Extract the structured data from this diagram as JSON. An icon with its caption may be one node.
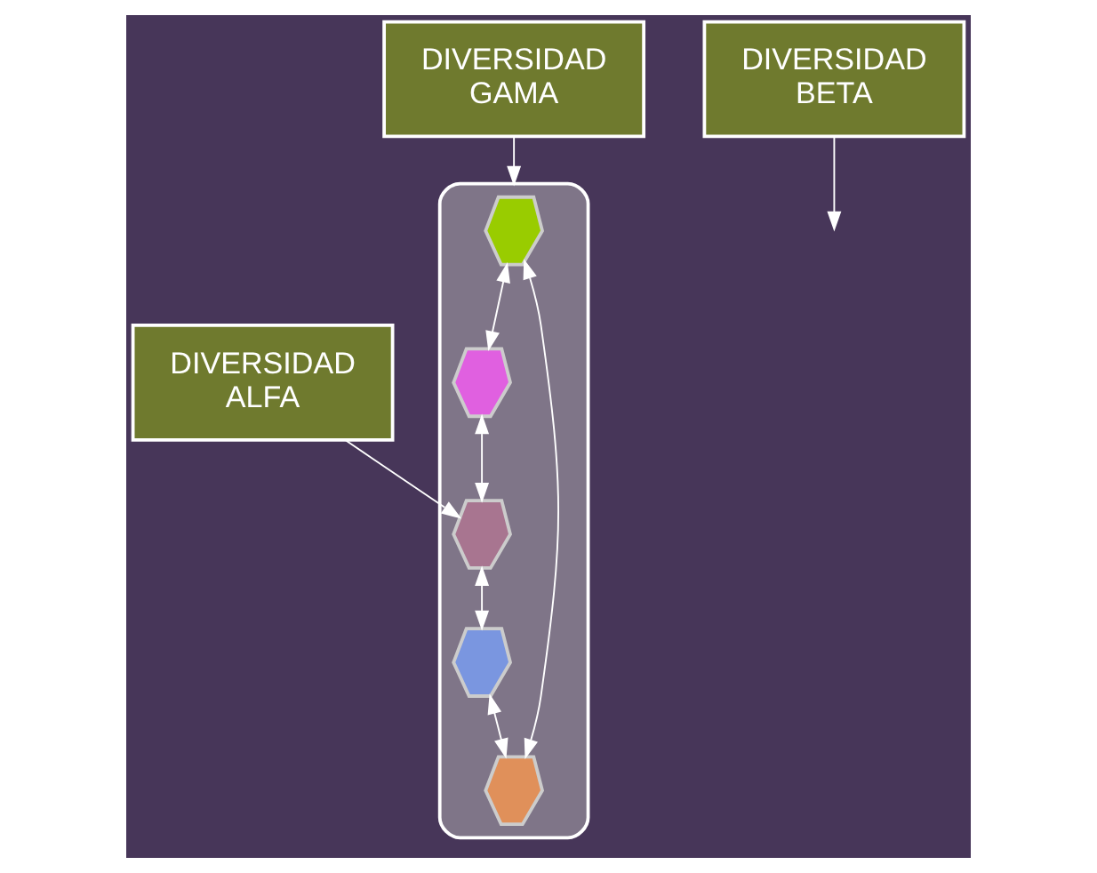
{
  "diagram": {
    "nodes": [
      {
        "text": [],
        "shape": "ellipse"
      },
      {
        "text": [],
        "shape": "blob",
        "in": 0
      },
      {
        "text": [],
        "shape": "blob",
        "in": 0
      },
      {
        "text": [],
        "shape": "blob",
        "in": 0
      },
      {
        "text": [],
        "shape": "blob",
        "in": 0
      },
      {
        "text": [],
        "shape": "blob",
        "in": 0
      },
      {
        "text": [
          "DIVERSIDAD ALFA"
        ]
      },
      {
        "text": [
          "DIVERSIDAD GAMA"
        ]
      },
      {
        "text": [
          "DIVERSIDAD BETA"
        ]
      }
    ],
    "edges": [
      {
        "from": 1,
        "to": 2,
        "arrow": "both"
      },
      {
        "from": 2,
        "to": 3,
        "arrow": "both"
      },
      {
        "from": 3,
        "to": 4,
        "arrow": "both"
      },
      {
        "from": 4,
        "to": 5,
        "arrow": "both"
      },
      {
        "from": 5,
        "to": 1,
        "arrow": "both"
      },
      {
        "from": 6,
        "to": 3,
        "arrow": "to"
      },
      {
        "from": 7,
        "to": 0,
        "arrow": "to"
      },
      {
        "from": 8,
        "to": null,
        "arrow": "to"
      }
    ]
  }
}
